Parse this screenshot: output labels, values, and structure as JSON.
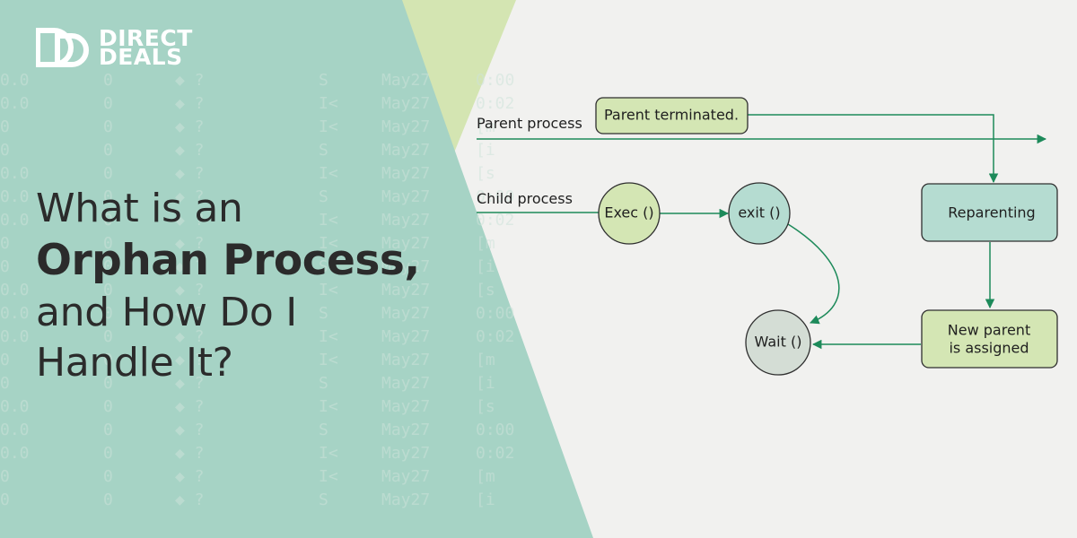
{
  "brand": {
    "logo_line1": "DIRECT",
    "logo_line2": "DEALS",
    "logo_mark_text": "DD"
  },
  "headline": {
    "line1": "What is an",
    "line2": "Orphan Process,",
    "line3": "and How Do I",
    "line4": "Handle It?"
  },
  "background_code": [
    "?",
    "S",
    "I<",
    "May27",
    "0:00",
    "0:02",
    "[m",
    "[i",
    "[s",
    "?"
  ],
  "diagram": {
    "parent_process_label": "Parent process",
    "child_process_label": "Child process",
    "parent_terminated": "Parent terminated.",
    "exec": "Exec ()",
    "exit": "exit ()",
    "wait": "Wait ()",
    "reparenting": "Reparenting",
    "new_parent_line1": "New parent",
    "new_parent_line2": "is assigned"
  },
  "colors": {
    "teal_panel": "#a6d3c5",
    "light_green_triangle": "#d4e5b2",
    "node_green": "#d4e6b4",
    "node_teal": "#b5dcd1",
    "node_grey": "#d4ddd5",
    "arrow_green": "#1d8a5a",
    "page_bg": "#f1f1ef"
  }
}
